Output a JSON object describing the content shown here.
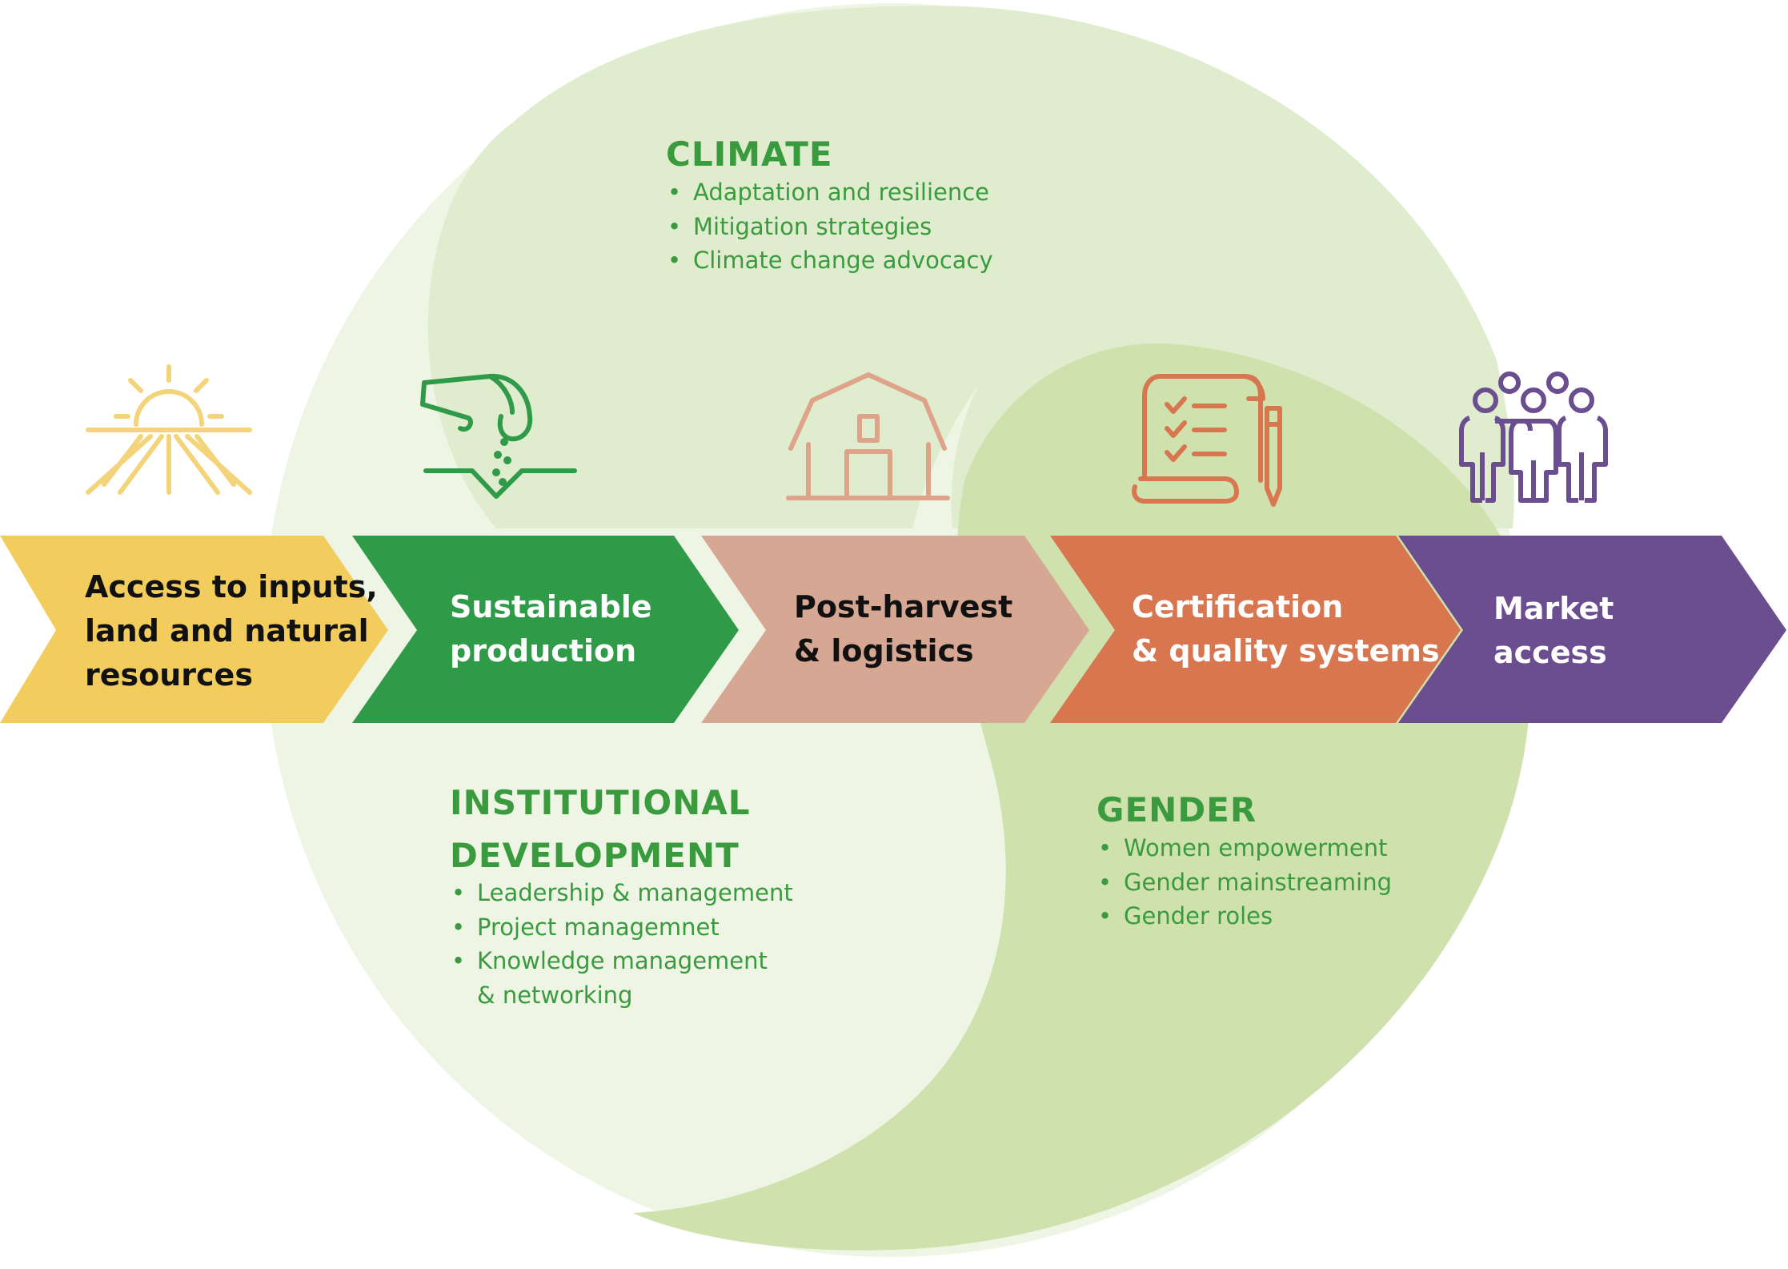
{
  "colors": {
    "circle_light": "#eef5e4",
    "swirl_mid": "#e0ecce",
    "swirl_dark": "#cfe2ae",
    "section_text": "#3a9a3e",
    "step_access": "#f2cd5e",
    "step_production": "#2f9a48",
    "step_postharvest": "#d6a792",
    "step_certification": "#d8774f",
    "step_market": "#6b4e8f",
    "icon_sun": "#f4d47a",
    "icon_hand": "#2f9a48",
    "icon_barn": "#dea389",
    "icon_checklist": "#d8774f",
    "icon_people": "#6b4e8f"
  },
  "sections": {
    "climate": {
      "title": "CLIMATE",
      "items": [
        "Adaptation and resilience",
        "Mitigation strategies",
        "Climate change advocacy"
      ]
    },
    "institutional": {
      "title": "INSTITUTIONAL\nDEVELOPMENT",
      "items": [
        "Leadership & management",
        "Project managemnet",
        "Knowledge management\n& networking"
      ]
    },
    "gender": {
      "title": "GENDER",
      "items": [
        "Women empowerment",
        "Gender mainstreaming",
        "Gender roles"
      ]
    }
  },
  "value_chain": [
    {
      "label": "Access to inputs,\nland and natural\nresources",
      "color": "#f2cd5e",
      "text_color": "#111111",
      "icon": "sun-over-field-icon"
    },
    {
      "label": "Sustainable\nproduction",
      "color": "#2f9a48",
      "text_color": "#ffffff",
      "icon": "hand-sowing-seeds-icon"
    },
    {
      "label": "Post-harvest\n& logistics",
      "color": "#d6a792",
      "text_color": "#111111",
      "icon": "barn-icon"
    },
    {
      "label": "Certification\n& quality systems",
      "color": "#d8774f",
      "text_color": "#ffffff",
      "icon": "checklist-document-icon"
    },
    {
      "label": "Market\naccess",
      "color": "#6b4e8f",
      "text_color": "#ffffff",
      "icon": "people-group-icon"
    }
  ]
}
